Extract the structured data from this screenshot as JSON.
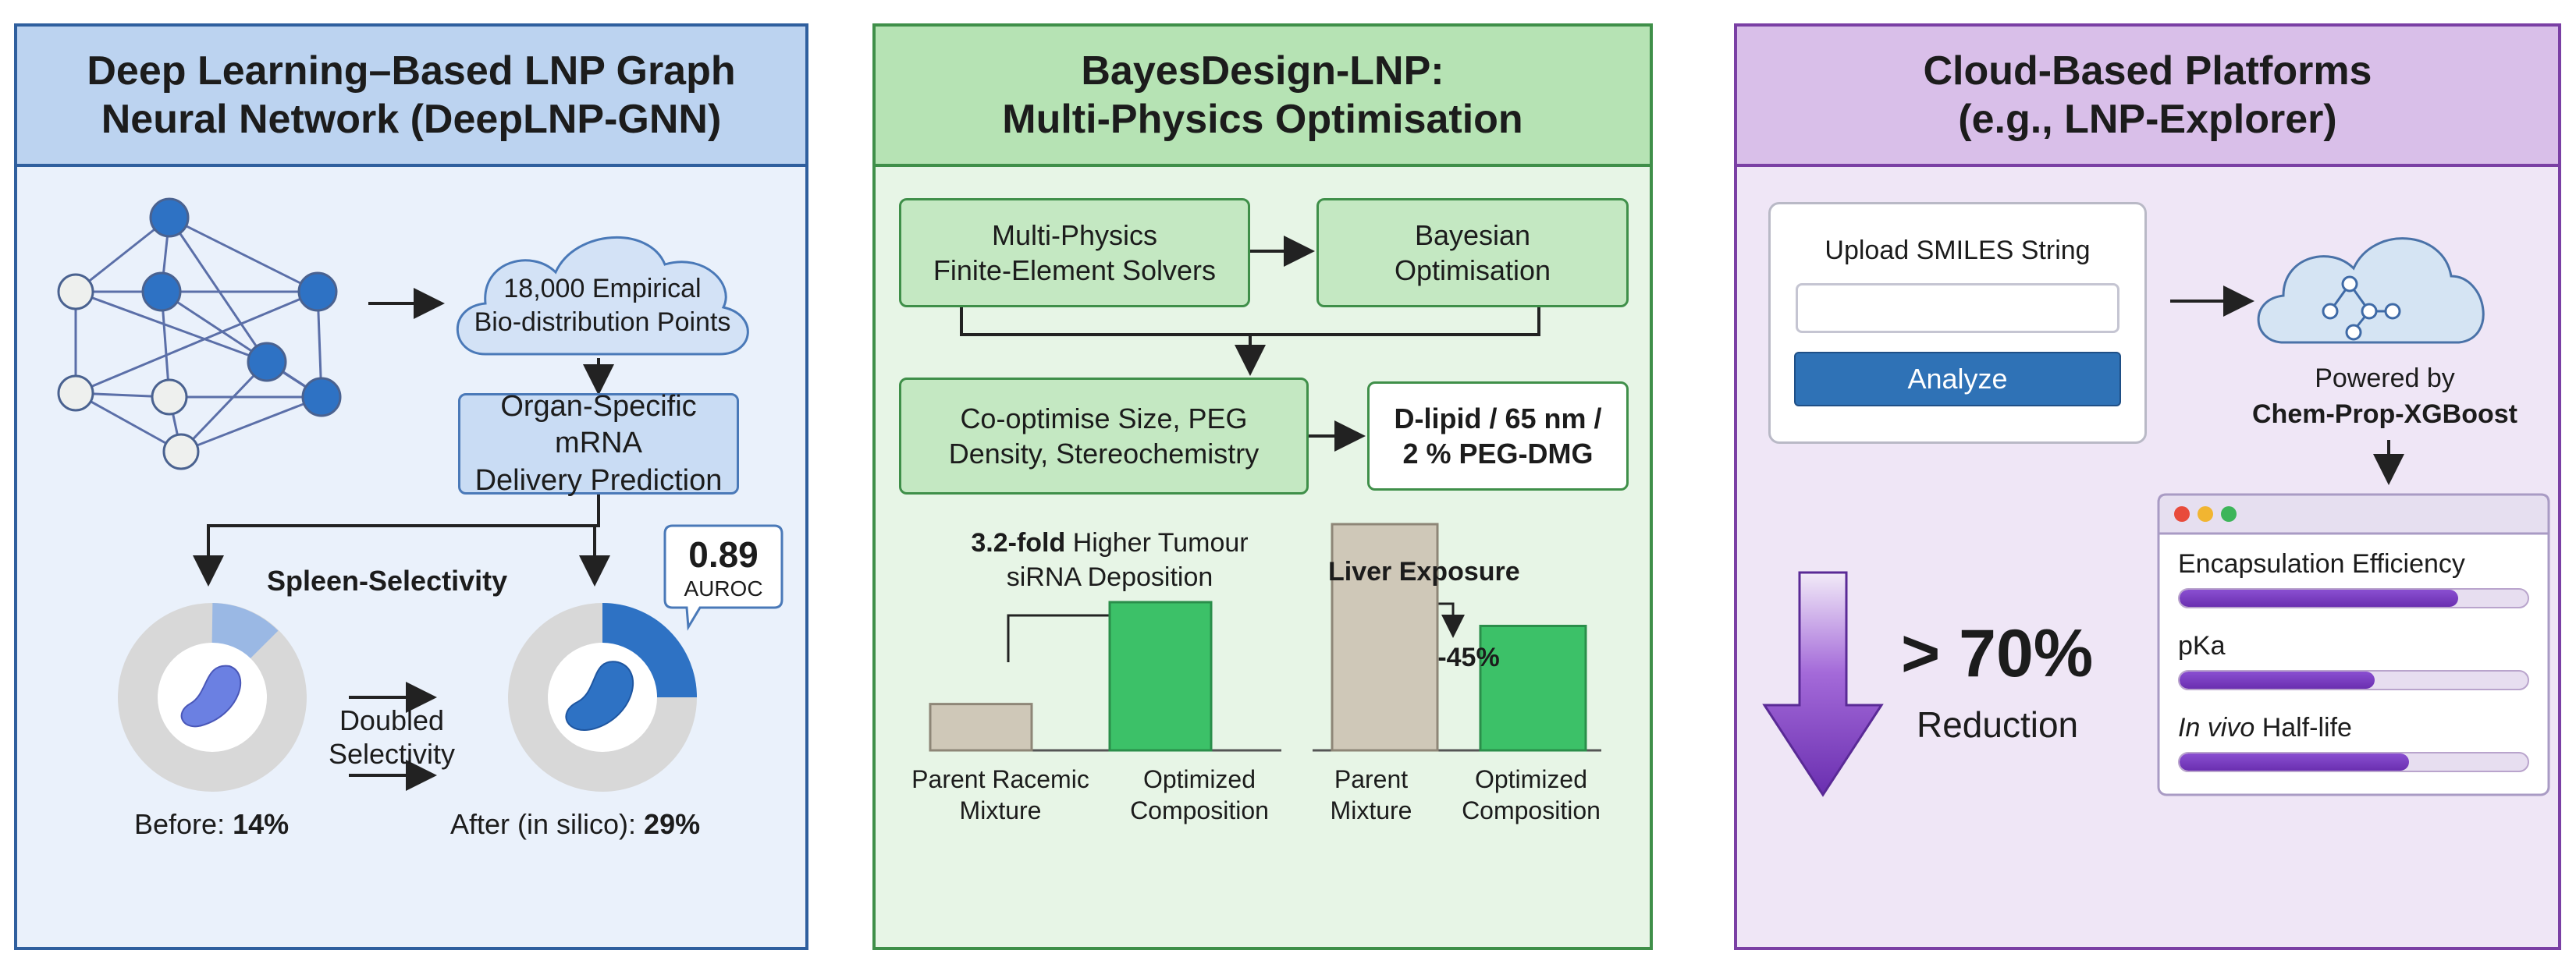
{
  "panels": {
    "left": {
      "title_line1": "Deep Learning–Based LNP Graph",
      "title_line2": "Neural Network (DeepLNP-GNN)",
      "cloud_text_line1": "18,000 Empirical",
      "cloud_text_line2": "Bio-distribution Points",
      "prediction_line1": "Organ-Specific mRNA",
      "prediction_line2": "Delivery Prediction",
      "spleen_label": "Spleen-Selectivity",
      "auroc_value": "0.89",
      "auroc_label": "AUROC",
      "doubled_line1": "Doubled",
      "doubled_line2": "Selectivity",
      "before_label": "Before: ",
      "before_value": "14%",
      "after_label": "After (in silico): ",
      "after_value": "29%"
    },
    "middle": {
      "title_line1": "BayesDesign-LNP:",
      "title_line2": "Multi-Physics Optimisation",
      "solver_line1": "Multi-Physics",
      "solver_line2": "Finite-Element Solvers",
      "bayes_line1": "Bayesian",
      "bayes_line2": "Optimisation",
      "coopt_line1": "Co-optimise Size, PEG",
      "coopt_line2": "Density, Stereochemistry",
      "result_line1": "D-lipid / 65 nm /",
      "result_line2": "2 % PEG-DMG",
      "tumour_bold": "3.2-fold",
      "tumour_rest": " Higher Tumour",
      "tumour_line2": "siRNA Deposition",
      "liver_label": "Liver Exposure",
      "liver_change": "-45%",
      "bar1_line1": "Parent Racemic",
      "bar1_line2": "Mixture",
      "bar2_line1": "Optimized",
      "bar2_line2": "Composition",
      "bar3_line1": "Parent",
      "bar3_line2": "Mixture",
      "bar4_line1": "Optimized",
      "bar4_line2": "Composition"
    },
    "right": {
      "title_line1": "Cloud-Based Platforms",
      "title_line2": "(e.g., LNP-Explorer)",
      "upload_label": "Upload SMILES String",
      "smiles_value": "",
      "analyze_label": "Analyze",
      "powered_label": "Powered by",
      "engine_label": "Chem-Prop-XGBoost",
      "reduction_value": "> 70%",
      "reduction_label": "Reduction",
      "metrics": [
        {
          "label": "Encapsulation Efficiency",
          "fill": 0.8
        },
        {
          "label": "pKa",
          "fill": 0.56
        },
        {
          "label_italic": "In vivo",
          "label_rest": " Half-life",
          "fill": 0.66
        }
      ]
    }
  },
  "chart_data": [
    {
      "type": "bar",
      "title": "3.2-fold Higher Tumour siRNA Deposition",
      "categories": [
        "Parent Racemic Mixture",
        "Optimized Composition"
      ],
      "values": [
        1,
        3.2
      ]
    },
    {
      "type": "bar",
      "title": "Liver Exposure",
      "categories": [
        "Parent Mixture",
        "Optimized Composition"
      ],
      "values": [
        100,
        55
      ],
      "annotation": "-45%"
    }
  ],
  "colors": {
    "blue_panel": "#eaf1fb",
    "blue_border": "#2f5f9e",
    "green_panel": "#e7f5e6",
    "green_border": "#3f8f49",
    "purple_panel": "#efe6f6",
    "purple_border": "#7a3fa4",
    "green_bar": "#3cc168",
    "gray_bar": "#cfc8b8",
    "node_blue": "#2e72c4"
  }
}
